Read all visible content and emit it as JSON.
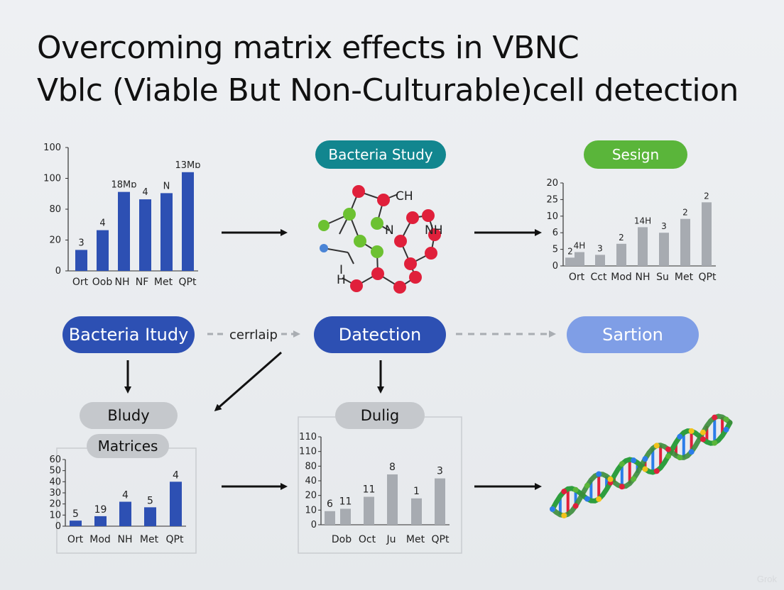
{
  "title": {
    "line1": "Overcoming matrix effects in VBNC",
    "line2": "Vblc (Viable But Non-Culturable)cell detection"
  },
  "pills": {
    "bacteria_study_top": "Bacteria Study",
    "sesign": "Sesign",
    "bacteria_itudy": "Bacteria Itudy",
    "datection": "Datection",
    "sartion": "Sartion",
    "bludy": "Bludy",
    "matrices": "Matrices",
    "dulig": "Dulig"
  },
  "connector_label": "cerrlaip",
  "molecule_labels": {
    "ch": "CH",
    "nh": "NH",
    "n": "N",
    "i": "I",
    "h": "H"
  },
  "watermark": "Grok",
  "colors": {
    "blue": "#2d50b3",
    "teal": "#12868f",
    "green": "#5ab53a",
    "light_blue": "#7f9ee6",
    "gray_pill": "#c5c8cc",
    "gray_bar": "#a7abb1"
  },
  "chart_data": [
    {
      "type": "bar",
      "id": "chart-top-left",
      "categories": [
        "Ort",
        "Oob",
        "NH",
        "NF",
        "Met",
        "QPt"
      ],
      "values": [
        17,
        33,
        64,
        58,
        63,
        80
      ],
      "y_ticks": [
        "0",
        "20",
        "80",
        "100",
        "100"
      ],
      "data_labels": [
        "3",
        "4",
        "18Mɒ",
        "4",
        "N",
        "13Mɒ"
      ],
      "ylim": [
        0,
        100
      ],
      "color": "#2d50b3"
    },
    {
      "type": "bar",
      "id": "chart-top-right",
      "categories": [
        "Ort",
        "Cct",
        "Mod",
        "NH",
        "Su",
        "Met",
        "QPt"
      ],
      "values": [
        3,
        5,
        4,
        8,
        14,
        12,
        17,
        23
      ],
      "y_ticks": [
        "0",
        "5",
        "6",
        "10",
        "25",
        "20"
      ],
      "data_labels": [
        "2",
        "4H",
        "3",
        "2",
        "14H",
        "3",
        "2",
        "2"
      ],
      "ylim": [
        0,
        30
      ],
      "color": "#a7abb1"
    },
    {
      "type": "bar",
      "id": "chart-bottom-left",
      "categories": [
        "Ort",
        "Mod",
        "NH",
        "Met",
        "QPt"
      ],
      "values": [
        5,
        9,
        22,
        17,
        40
      ],
      "y_ticks": [
        "0",
        "10",
        "20",
        "30",
        "40",
        "50",
        "60"
      ],
      "data_labels": [
        "5",
        "19",
        "4",
        "5",
        "4"
      ],
      "ylim": [
        0,
        60
      ],
      "color": "#2d50b3"
    },
    {
      "type": "bar",
      "id": "chart-bottom-mid",
      "categories": [
        "Dob",
        "Oct",
        "Ju",
        "Met",
        "QPt"
      ],
      "values": [
        17,
        20,
        35,
        63,
        33,
        58
      ],
      "y_ticks": [
        "0",
        "10",
        "20",
        "40",
        "80",
        "110",
        "110"
      ],
      "data_labels": [
        "6",
        "11",
        "11",
        "8",
        "1",
        "3"
      ],
      "ylim": [
        0,
        110
      ],
      "color": "#a7abb1"
    }
  ]
}
